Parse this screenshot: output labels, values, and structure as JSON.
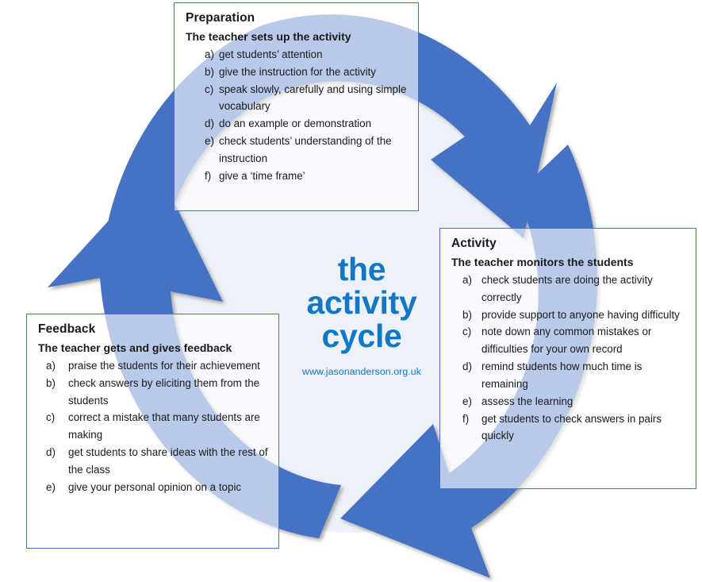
{
  "diagram": {
    "type": "circular-cycle",
    "center": {
      "title_lines": [
        "the",
        "activity",
        "cycle"
      ],
      "url": "www.jasonanderson.org.uk",
      "title_color": "#1277C4",
      "url_color": "#1277C4"
    },
    "arrow_color": "#4472C4",
    "panel_border_color": "#4472C4",
    "inner_circle_tint": "#EDF1FA",
    "stages": [
      {
        "id": "preparation",
        "title": "Preparation",
        "subtitle": "The teacher sets up the activity",
        "items": [
          {
            "marker": "a)",
            "text": "get students’ attention"
          },
          {
            "marker": "b)",
            "text": "give the instruction for the activity"
          },
          {
            "marker": "c)",
            "text": "speak slowly, carefully and using simple vocabulary"
          },
          {
            "marker": "d)",
            "text": "do an example or demonstration"
          },
          {
            "marker": "e)",
            "text": "check students’ understanding of the instruction"
          },
          {
            "marker": "f)",
            "text": "give a ‘time frame’"
          }
        ]
      },
      {
        "id": "activity",
        "title": "Activity",
        "subtitle": "The teacher monitors the students",
        "items": [
          {
            "marker": "a)",
            "text": "check students are doing the activity correctly"
          },
          {
            "marker": "b)",
            "text": "provide support to anyone having difficulty"
          },
          {
            "marker": "c)",
            "text": "note down any common mistakes or difficulties for your own record"
          },
          {
            "marker": "d)",
            "text": "remind students how much time is remaining"
          },
          {
            "marker": "e)",
            "text": "assess the learning"
          },
          {
            "marker": "f)",
            "text": "get students to check answers in pairs quickly"
          }
        ]
      },
      {
        "id": "feedback",
        "title": "Feedback",
        "subtitle": "The teacher gets and gives feedback",
        "items": [
          {
            "marker": "a)",
            "text": "praise the students for their achievement"
          },
          {
            "marker": "b)",
            "text": "check answers by eliciting them from the students"
          },
          {
            "marker": "c)",
            "text": "correct a mistake that many students are making"
          },
          {
            "marker": "d)",
            "text": "get students to share ideas with the rest of the class"
          },
          {
            "marker": "e)",
            "text": "give your personal opinion on a topic"
          }
        ]
      }
    ]
  }
}
